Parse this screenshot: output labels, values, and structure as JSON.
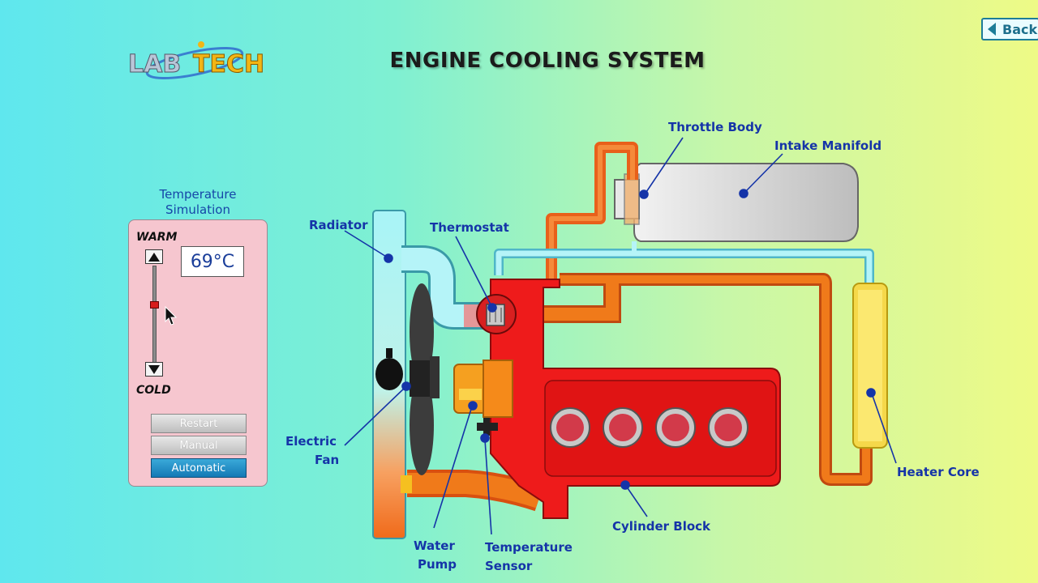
{
  "header": {
    "title": "ENGINE COOLING SYSTEM",
    "back_label": "Back",
    "logo_text": "LAB TECH"
  },
  "simulation": {
    "heading_line1": "Temperature",
    "heading_line2": "Simulation",
    "warm_label": "WARM",
    "cold_label": "COLD",
    "temperature": "69°C",
    "slider_level": 0.58,
    "buttons": {
      "restart": "Restart",
      "manual": "Manual",
      "automatic": "Automatic"
    },
    "active_mode": "automatic"
  },
  "diagram": {
    "labels": {
      "throttle_body": "Throttle Body",
      "intake_manifold": "Intake Manifold",
      "radiator": "Radiator",
      "thermostat": "Thermostat",
      "electric_fan_1": "Electric",
      "electric_fan_2": "Fan",
      "heater_core": "Heater Core",
      "cylinder_block": "Cylinder Block",
      "water_pump_1": "Water",
      "water_pump_2": "Pump",
      "temperature_sensor_1": "Temperature",
      "temperature_sensor_2": "Sensor"
    }
  },
  "colors": {
    "hot_coolant": "#e8401c",
    "warm_pipe": "#f07a1a",
    "cool_coolant": "#9ff0f5",
    "label_blue": "#1534a8",
    "engine_red": "#ee1b1b"
  },
  "icons": {
    "back": "back-arrow-icon",
    "cursor": "mouse-pointer-icon",
    "up": "arrow-up-icon",
    "down": "arrow-down-icon"
  }
}
